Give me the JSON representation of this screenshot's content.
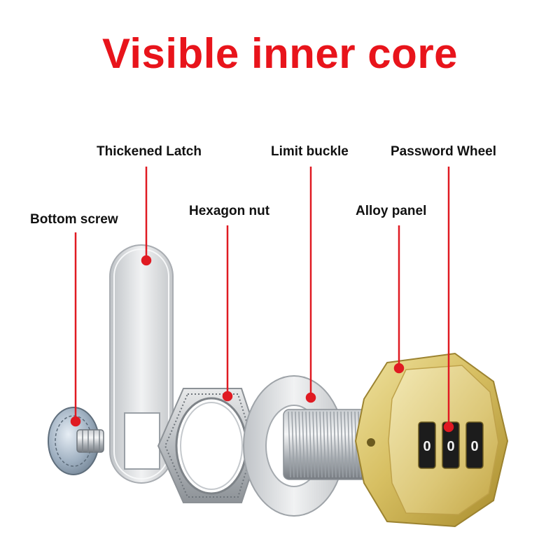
{
  "title": "Visible inner core",
  "labels": {
    "thickened_latch": "Thickened Latch",
    "limit_buckle": "Limit buckle",
    "password_wheel": "Password Wheel",
    "bottom_screw": "Bottom screw",
    "hexagon_nut": "Hexagon nut",
    "alloy_panel": "Alloy panel"
  },
  "dial_digits": [
    "0",
    "0",
    "0"
  ],
  "colors": {
    "title": "#e8141b",
    "callout": "#e01a22",
    "gold": "#d9c26a",
    "silver": "#d8dadc"
  }
}
